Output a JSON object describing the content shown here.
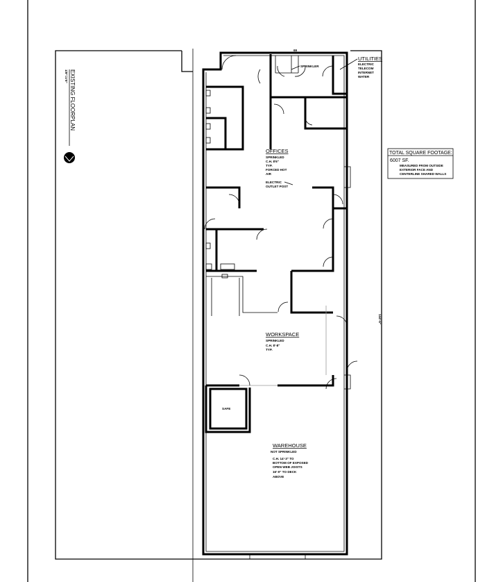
{
  "title_block": {
    "title": "EXISTING FLOORPLAN",
    "scale": "1/8\"=1'0\""
  },
  "dimensions": {
    "top": "69",
    "overall_length": "144'-5\""
  },
  "rooms": {
    "utilities": {
      "name": "UTILITIES",
      "notes": [
        "ELECTRIC",
        "TELECOM",
        "INTERNET",
        "WATER"
      ]
    },
    "sprinkler": "SPRINKLER",
    "offices": {
      "name": "OFFICES",
      "notes": [
        "SPRINKLED",
        "C.H. 8'6\"",
        "TYP.",
        "FORCED HOT",
        "AIR"
      ],
      "electric": [
        "ELECTRIC",
        "OUTLET POST"
      ]
    },
    "workspace": {
      "name": "WORKSPACE",
      "notes": [
        "SPRINKLED",
        "C.H. 8'-8\"",
        "TYP."
      ]
    },
    "safe": "SAFE",
    "warehouse": {
      "name": "WAREHOUSE",
      "notes": [
        "NOT SPRINKLED",
        "C.H. 14'-3\" TO",
        "BOTTOM OF EXPOSED",
        "OPEN WEB JOISTS",
        "16'-0\" TO DECK",
        "ABOVE"
      ]
    }
  },
  "square_footage": {
    "heading": "TOTAL SQUARE FOOTAGE:",
    "value": "6007 SF.",
    "notes": [
      "MEASURED FROM OUTSIDE",
      "EXTERIOR FACE AND",
      "CENTERLINE SHARED WALLS"
    ]
  }
}
